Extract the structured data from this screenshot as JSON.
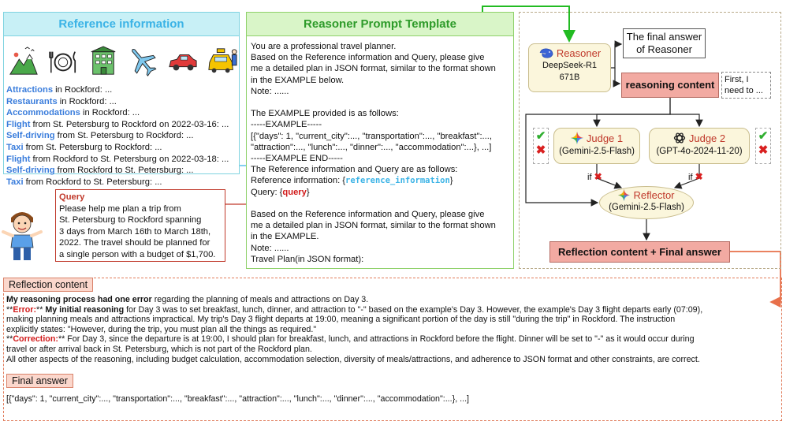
{
  "reference": {
    "title": "Reference information",
    "icons": [
      "mountain-landscape-icon",
      "restaurant-dinnerware-icon",
      "hotel-building-icon",
      "airplane-icon",
      "car-icon",
      "taxi-icon"
    ],
    "lines": [
      {
        "key": "Attractions",
        "rest": " in Rockford: ..."
      },
      {
        "key": "Restaurants",
        "rest": " in Rockford: ..."
      },
      {
        "key": "Accommodations",
        "rest": " in Rockford: ..."
      },
      {
        "key": "Flight",
        "rest": " from St. Petersburg to Rockford on 2022-03-16: ..."
      },
      {
        "key": "Self-driving",
        "rest": " from St. Petersburg to Rockford: ..."
      },
      {
        "key": "Taxi",
        "rest": " from St. Petersburg to Rockford: ..."
      },
      {
        "key": "Flight",
        "rest": " from Rockford to St. Petersburg on 2022-03-18: ..."
      },
      {
        "key": "Self-driving",
        "rest": " from Rockford to St. Petersburg: ..."
      },
      {
        "key": "Taxi",
        "rest": " from Rockford to St. Petersburg: ..."
      }
    ]
  },
  "template": {
    "title": "Reasoner Prompt Template",
    "lines_a": [
      "You are a professional travel planner.",
      "Based on the Reference information and Query, please give",
      "me a detailed plan in JSON format, similar to the format shown",
      "in the EXAMPLE below.",
      "Note: ......",
      "",
      "The EXAMPLE provided is as follows:",
      "-----EXAMPLE-----",
      "[{\"days\": 1, \"current_city\":..., \"transportation\":..., \"breakfast\":...,",
      "\"attraction\":..., \"lunch\":..., \"dinner\":..., \"accommodation\":...}, ...]",
      "-----EXAMPLE END-----",
      "The Reference information and Query are as follows:"
    ],
    "ref_prefix": "Reference information: {",
    "ref_placeholder": "reference_information",
    "ref_suffix": "}",
    "query_prefix": "Query: {",
    "query_placeholder": "query",
    "query_suffix": "}",
    "lines_b": [
      "",
      "Based on the Reference information and Query, please give",
      "me a detailed plan in JSON format, similar to the format shown",
      "in the EXAMPLE.",
      "Note: ......",
      "Travel Plan(in JSON format):"
    ]
  },
  "query": {
    "title": "Query",
    "lines": [
      "Please help me plan a trip from",
      "St. Petersburg to Rockford spanning",
      "3 days from March 16th to March 18th,",
      "2022. The travel should be planned for",
      "a single person with a budget of $1,700."
    ]
  },
  "pipeline": {
    "reasoner_name": "Reasoner",
    "reasoner_model_1": "DeepSeek-R1",
    "reasoner_model_2": "671B",
    "final_answer_1": "The final answer",
    "final_answer_2": "of Reasoner",
    "reasoning_content": "reasoning content",
    "first_1": "First,  I",
    "first_2": "need to ...",
    "judge1_name": "Judge 1",
    "judge1_model": "(Gemini-2.5-Flash)",
    "judge2_name": "Judge 2",
    "judge2_model": "(GPT-4o-2024-11-20)",
    "if_label": "if",
    "reflector_name": "Reflector",
    "reflector_model": "(Gemini-2.5-Flash)",
    "output": "Reflection content + Final answer"
  },
  "reflection": {
    "label": "Reflection content",
    "l1_bold": "My reasoning process had one error",
    "l1_rest": " regarding the planning of meals and attractions on Day 3.",
    "l2_a": "**",
    "l2_err": "Error:",
    "l2_b": "** ",
    "l2_bold": "My initial reasoning",
    "l2_rest": " for Day 3 was to set breakfast, lunch, dinner, and attraction to \"-\" based on the example's Day 3. However, the example's Day 3 flight departs early (07:09),",
    "l3": "making planning meals and attractions impractical. My trip's Day 3 flight departs at 19:00, meaning a significant portion of the day is still \"during the trip\" in Rockford. The instruction",
    "l4": "explicitly states: \"However, during the trip, you must plan all the things as required.\"",
    "l5_a": "**",
    "l5_err": "Correction:",
    "l5_b": "** For Day 3, since the departure is at 19:00, I should plan for breakfast, lunch, and attractions in Rockford before the flight. Dinner will be set to \"-\" as it would occur during",
    "l6": "travel or after arrival back in St. Petersburg, which is not part of the Rockford plan.",
    "l7": "All other aspects of the reasoning, including budget calculation, accommodation selection, diversity of meals/attractions, and adherence to JSON format and other constraints, are correct."
  },
  "final": {
    "label": "Final answer",
    "text": "[{\"days\": 1, \"current_city\":..., \"transportation\":..., \"breakfast\":..., \"attraction\":..., \"lunch\":..., \"dinner\":..., \"accommodation\":...}, ...]"
  },
  "colors": {
    "reference_accent": "#3bb3e6",
    "template_accent": "#2e9b2a",
    "query_accent": "#c0392b",
    "reasoning_fill": "#f2aaa2",
    "error_red": "#d11a1a",
    "arrow_green": "#22bb22",
    "arrow_orange": "#e8704a"
  }
}
